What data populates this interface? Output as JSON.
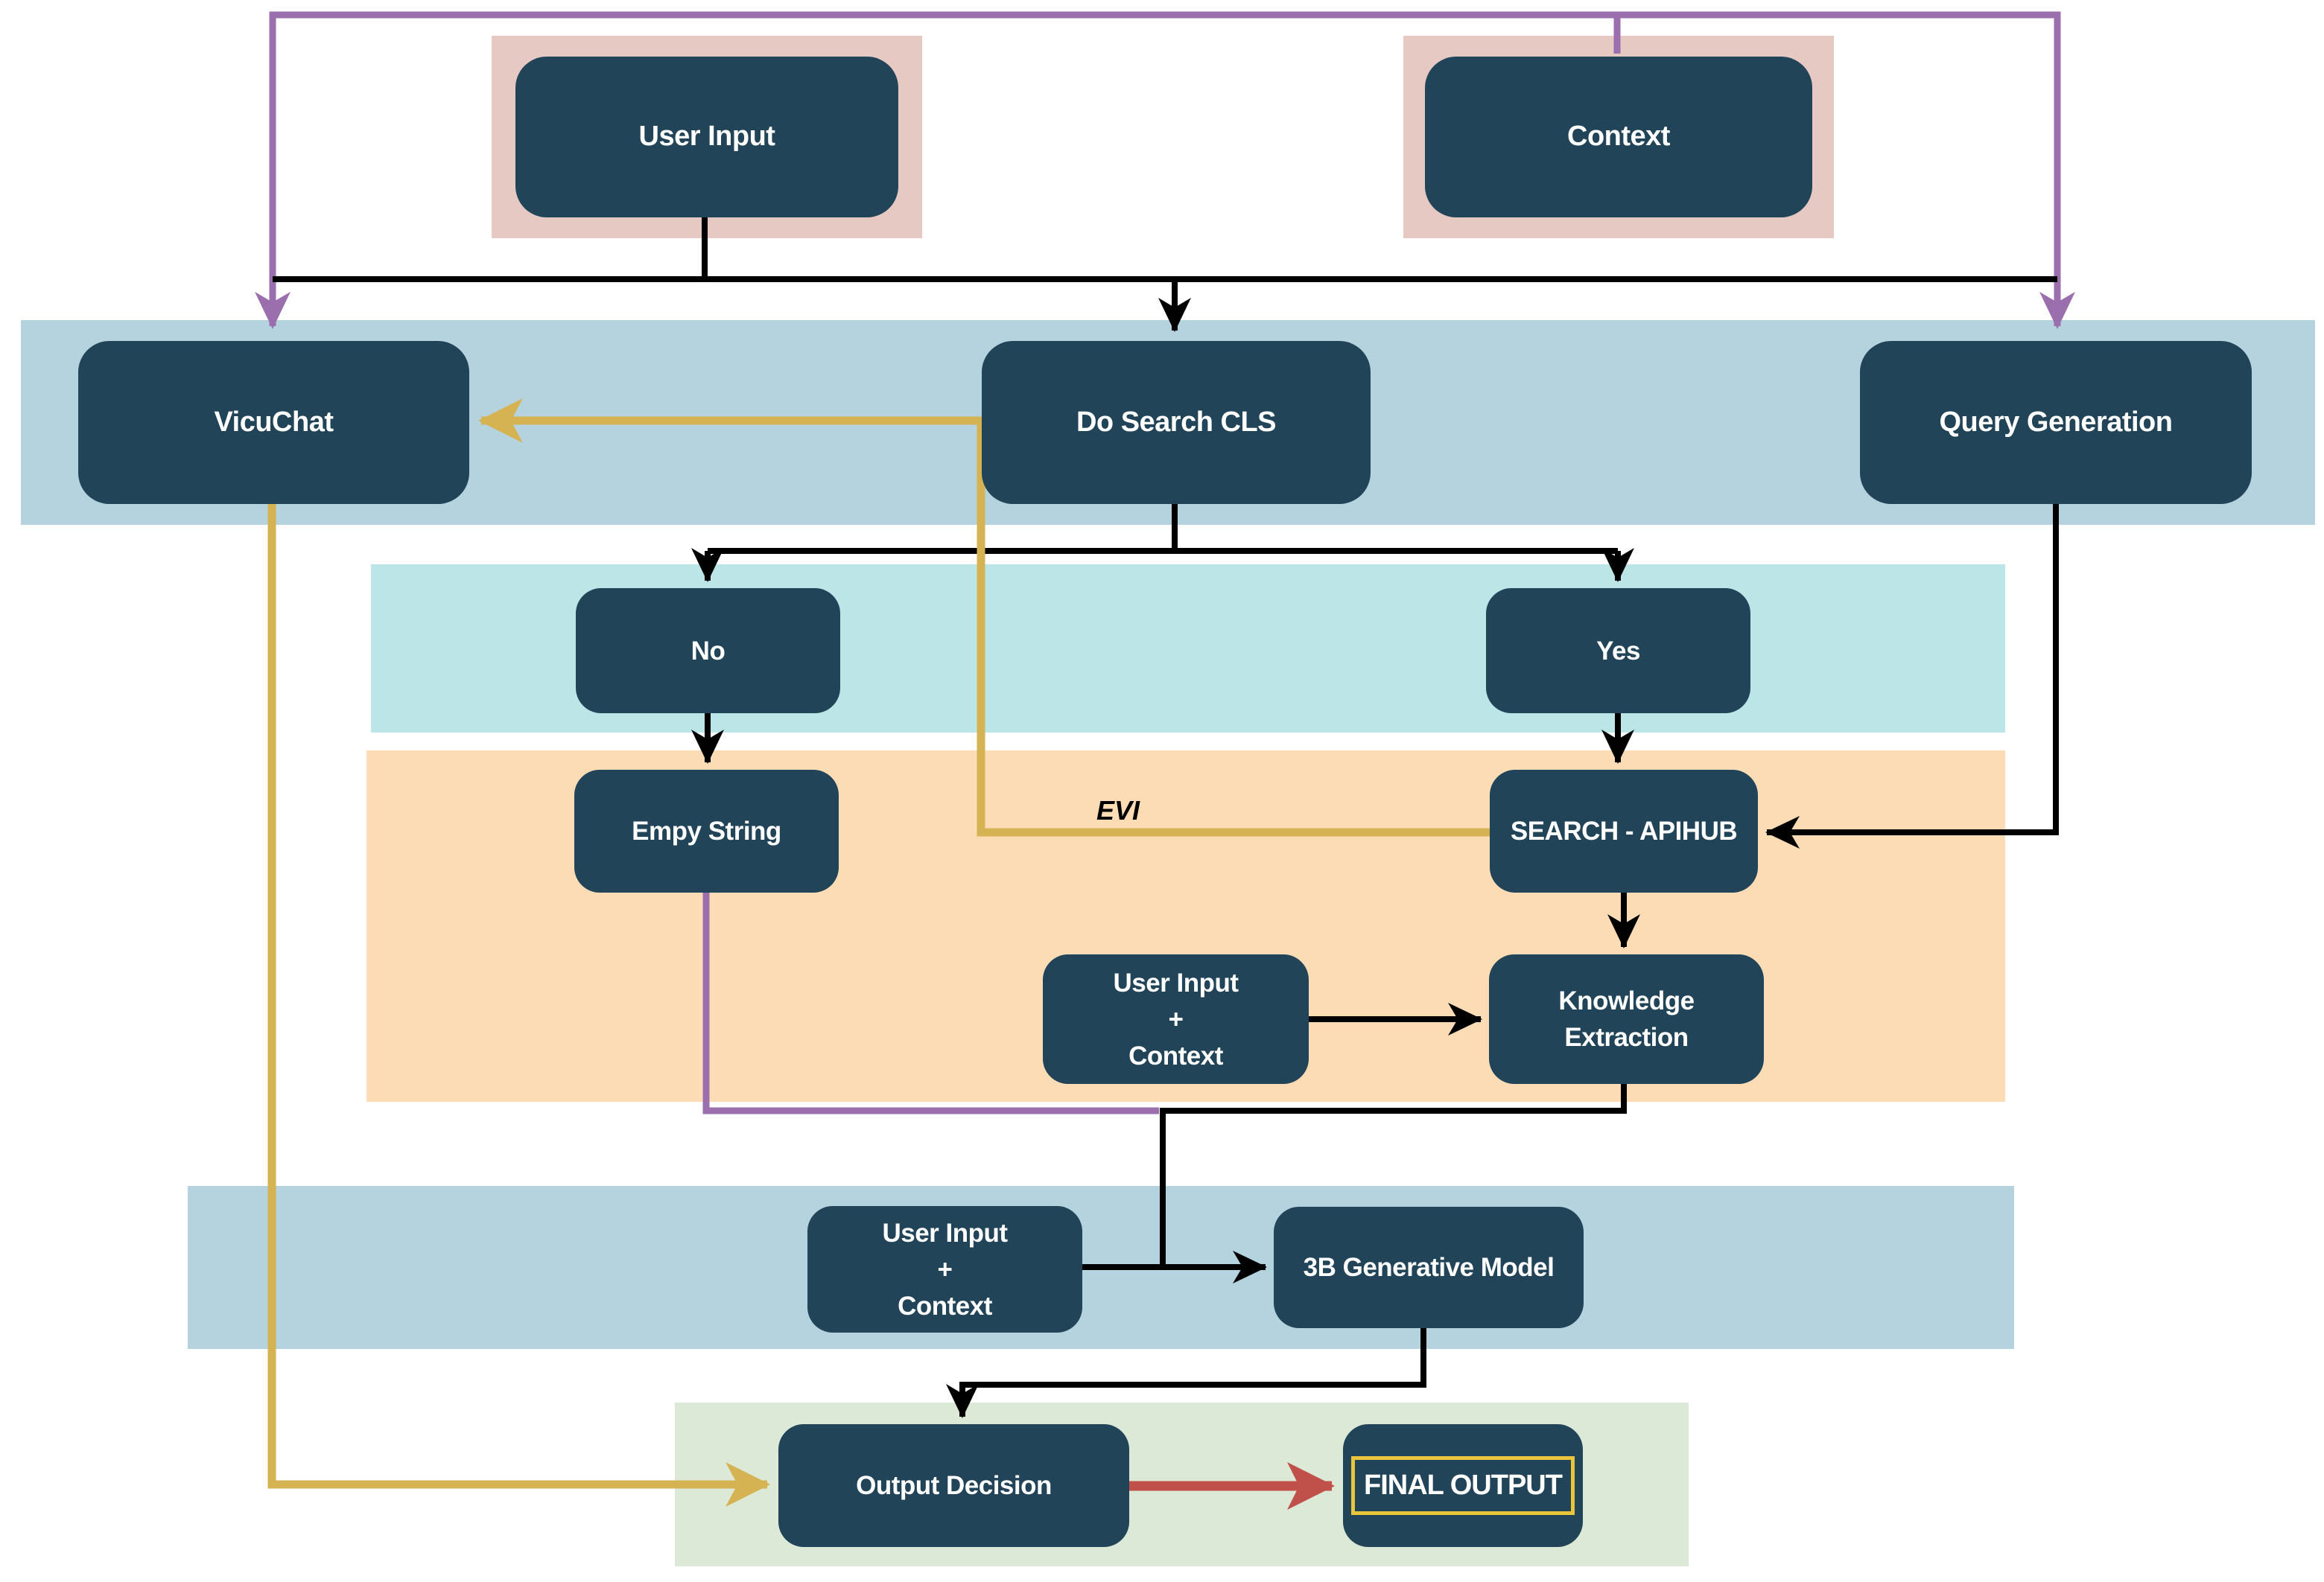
{
  "diagram": {
    "nodes": {
      "user_input": {
        "label": "User Input"
      },
      "context": {
        "label": "Context"
      },
      "vicuchat": {
        "label": "VicuChat"
      },
      "do_search_cls": {
        "label": "Do Search CLS"
      },
      "query_generation": {
        "label": "Query Generation"
      },
      "no": {
        "label": "No"
      },
      "yes": {
        "label": "Yes"
      },
      "empy_string": {
        "label": "Empy String"
      },
      "search_apihub": {
        "label": "SEARCH - APIHUB"
      },
      "user_input_context_1": {
        "label": "User Input\n+\nContext"
      },
      "knowledge_extraction": {
        "label": "Knowledge\nExtraction"
      },
      "user_input_context_2": {
        "label": "User Input\n+\nContext"
      },
      "generative_model": {
        "label": "3B Generative Model"
      },
      "output_decision": {
        "label": "Output Decision"
      },
      "final_output": {
        "label": "FINAL OUTPUT"
      }
    },
    "edge_labels": {
      "evi": "EVI"
    },
    "colors": {
      "node_fill": "#214458",
      "node_text": "#ffffff",
      "frame_pink": "#e6c9c2",
      "band_blue": "#b5d2df",
      "band_cyan": "#bce5e8",
      "band_orange": "#fbdcb4",
      "band_green": "#dce9d7",
      "edge_black": "#000000",
      "edge_purple": "#9b6fae",
      "edge_yellow": "#d6b352",
      "edge_red": "#bf504a",
      "final_output_border": "#e9c53d",
      "evi_text": "#000000"
    }
  }
}
